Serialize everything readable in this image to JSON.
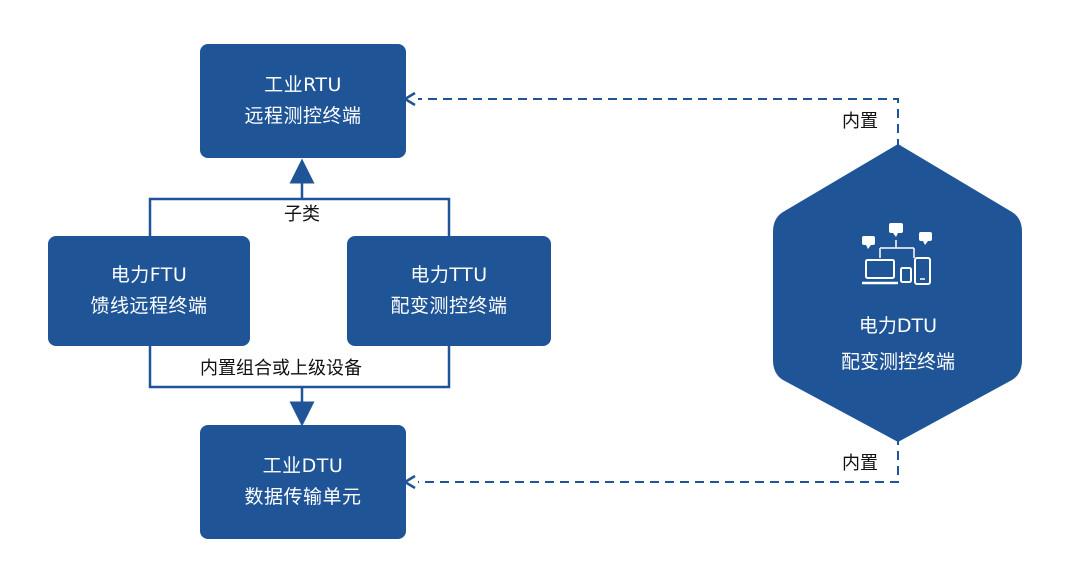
{
  "colors": {
    "box_fill": "#1f5597",
    "line": "#1f5597",
    "dashed_line": "#1f5597",
    "text_on_box": "#ffffff",
    "label_text": "#111111"
  },
  "nodes": {
    "rtu": {
      "line1": "工业RTU",
      "line2": "远程测控终端"
    },
    "ftu": {
      "line1": "电力FTU",
      "line2": "馈线远程终端"
    },
    "ttu": {
      "line1": "电力TTU",
      "line2": "配变测控终端"
    },
    "dtu_industrial": {
      "line1": "工业DTU",
      "line2": "数据传输单元"
    },
    "dtu_power": {
      "line1": "电力DTU",
      "line2": "配变测控终端",
      "icon": "devices-chat-icon"
    }
  },
  "edges": {
    "subclass_label": "子类",
    "builtin_combo_label": "内置组合或上级设备",
    "builtin_top_label": "内置",
    "builtin_bottom_label": "内置"
  }
}
